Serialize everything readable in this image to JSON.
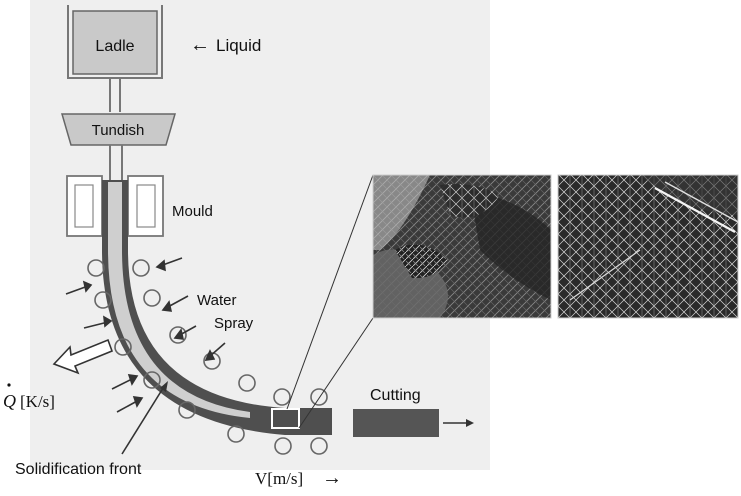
{
  "labels": {
    "ladle": "Ladle",
    "liquid": "Liquid",
    "tundish": "Tundish",
    "mould": "Mould",
    "water": "Water",
    "spray": "Spray",
    "heat_flux": "[K/s]",
    "heat_flux_symbol": "Q",
    "cutting": "Cutting",
    "solidification_front": "Solidification front",
    "velocity": "V[m/s]"
  },
  "arrows": {
    "left": "←",
    "right": "→"
  },
  "colors": {
    "background_panel": "#efefef",
    "vessel_fill": "#c9c9c9",
    "strand_shell": "#4f4f4f",
    "liquid_core": "#cfcfcf",
    "cut_slab": "#555555",
    "outline": "#777777",
    "micro_left_base": "#3a3a3a",
    "micro_right_base": "#1e1e1e"
  }
}
